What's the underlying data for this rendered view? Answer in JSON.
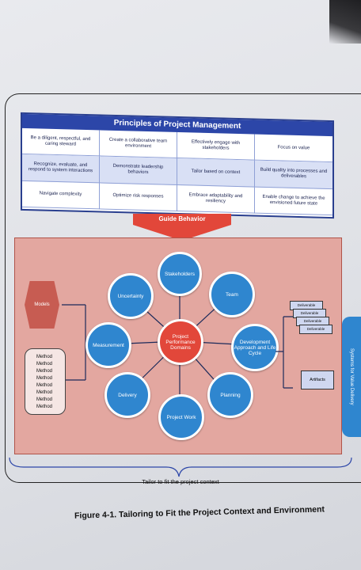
{
  "principles": {
    "title": "Principles of Project Management",
    "cells": [
      "Be a diligent, respectful, and caring steward",
      "Create a collaborative team environment",
      "Effectively engage with stakeholders",
      "Focus on value",
      "Recognize, evaluate, and respond to system interactions",
      "Demonstrate leadership behaviors",
      "Tailor based on context",
      "Build quality into processes and deliverables",
      "Navigate complexity",
      "Optimize risk responses",
      "Embrace adaptability and resiliency",
      "Enable change to achieve the envisioned future state"
    ]
  },
  "guide_label": "Guide Behavior",
  "domains": {
    "center": "Project Performance Domains",
    "items": [
      "Stakeholders",
      "Team",
      "Development Approach and Life Cycle",
      "Planning",
      "Project Work",
      "Delivery",
      "Measurement",
      "Uncertainty"
    ]
  },
  "left": {
    "models": "Models",
    "methods": [
      "Method",
      "Method",
      "Method",
      "Method",
      "Method",
      "Method",
      "Method",
      "Method"
    ]
  },
  "right": {
    "deliverables": [
      "Deliverable",
      "Deliverable",
      "Deliverable",
      "Deliverable"
    ],
    "artifacts": "Artifacts",
    "side_tab": "Systems for Value Delivery"
  },
  "tailor": "Tailor to fit the project context",
  "caption": "Figure 4-1. Tailoring to Fit the Project Context and Environment",
  "colors": {
    "navy": "#2c46a8",
    "circle_blue": "#2f86cf",
    "center_red": "#e2473a",
    "domain_bg": "#e3a7a0"
  }
}
